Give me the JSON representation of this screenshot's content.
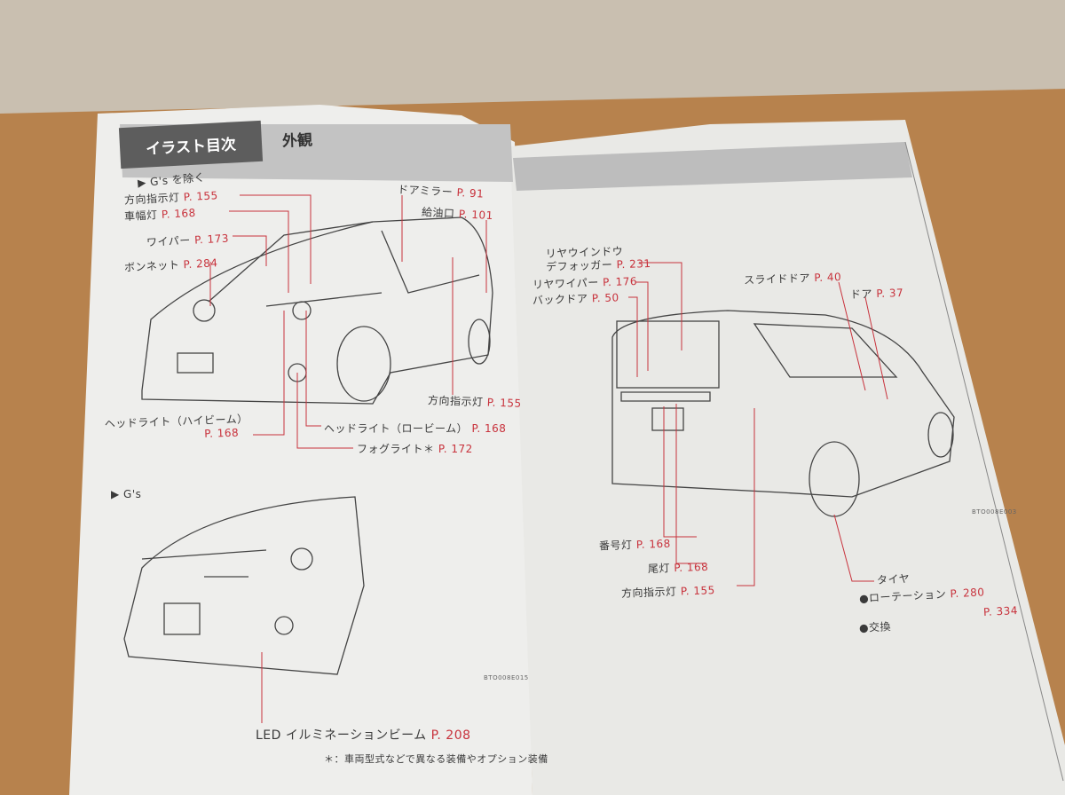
{
  "left_page": {
    "header_tab": "イラスト目次",
    "header_title": "外観",
    "section1": "▶ G's を除く",
    "labels1": [
      {
        "name": "方向指示灯",
        "page": "P. 155"
      },
      {
        "name": "車幅灯",
        "page": "P. 168"
      },
      {
        "name": "ワイパー",
        "page": "P. 173"
      },
      {
        "name": "ボンネット",
        "page": "P. 284"
      },
      {
        "name": "ドアミラー",
        "page": "P. 91"
      },
      {
        "name": "給油口",
        "page": "P. 101"
      },
      {
        "name": "方向指示灯",
        "page": "P. 155"
      },
      {
        "name": "ヘッドライト（ハイビーム）",
        "page": "P. 168"
      },
      {
        "name": "ヘッドライト（ロービーム）",
        "page": "P. 168"
      },
      {
        "name": "フォグライト＊",
        "page": "P. 172"
      }
    ],
    "section2": "▶ G's",
    "code": "BTO008E015",
    "led": {
      "name": "LED イルミネーションビーム",
      "page": "P. 208"
    },
    "footnote": "＊：車両型式などで異なる装備やオプション装備"
  },
  "right_page": {
    "labels": [
      {
        "name": "リヤウインドウ",
        "name2": "デフォッガー",
        "page": "P. 231"
      },
      {
        "name": "リヤワイパー",
        "page": "P. 176"
      },
      {
        "name": "バックドア",
        "page": "P. 50"
      },
      {
        "name": "スライドドア",
        "page": "P. 40"
      },
      {
        "name": "ドア",
        "page": "P. 37"
      },
      {
        "name": "番号灯",
        "page": "P. 168"
      },
      {
        "name": "尾灯",
        "page": "P. 168"
      },
      {
        "name": "方向指示灯",
        "page": "P. 155"
      }
    ],
    "tire": {
      "name": "タイヤ",
      "rotation": "●ローテーション",
      "rotation_page": "P. 280",
      "replace": "●交換",
      "replace_page": "P. 334"
    },
    "code": "BTO008E003"
  }
}
